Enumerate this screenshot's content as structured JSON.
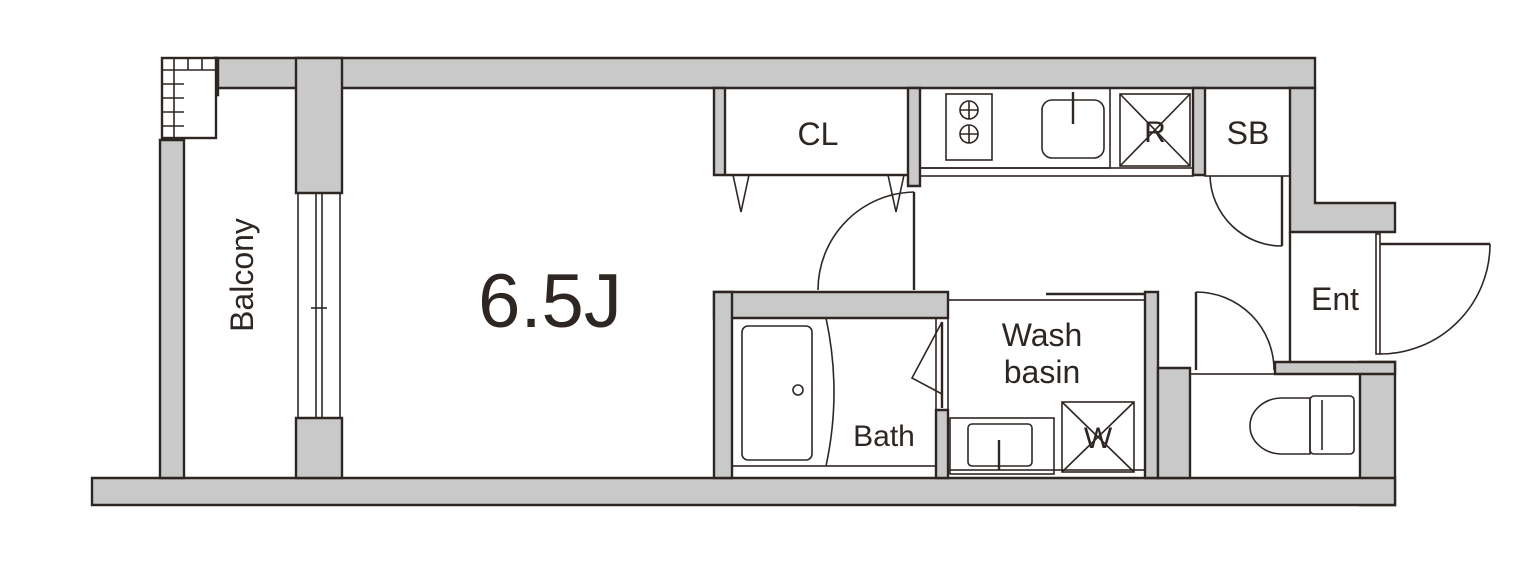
{
  "plan": {
    "rooms": {
      "main": "6.5J",
      "closet": "CL",
      "balcony": "Balcony",
      "shoe_box": "SB",
      "entrance": "Ent",
      "bath": "Bath",
      "wash_line1": "Wash",
      "wash_line2": "basin"
    },
    "appliances": {
      "refrigerator": "R",
      "washer": "W"
    },
    "colors": {
      "wall_fill": "#c9c9c9",
      "line": "#2e2623"
    }
  }
}
